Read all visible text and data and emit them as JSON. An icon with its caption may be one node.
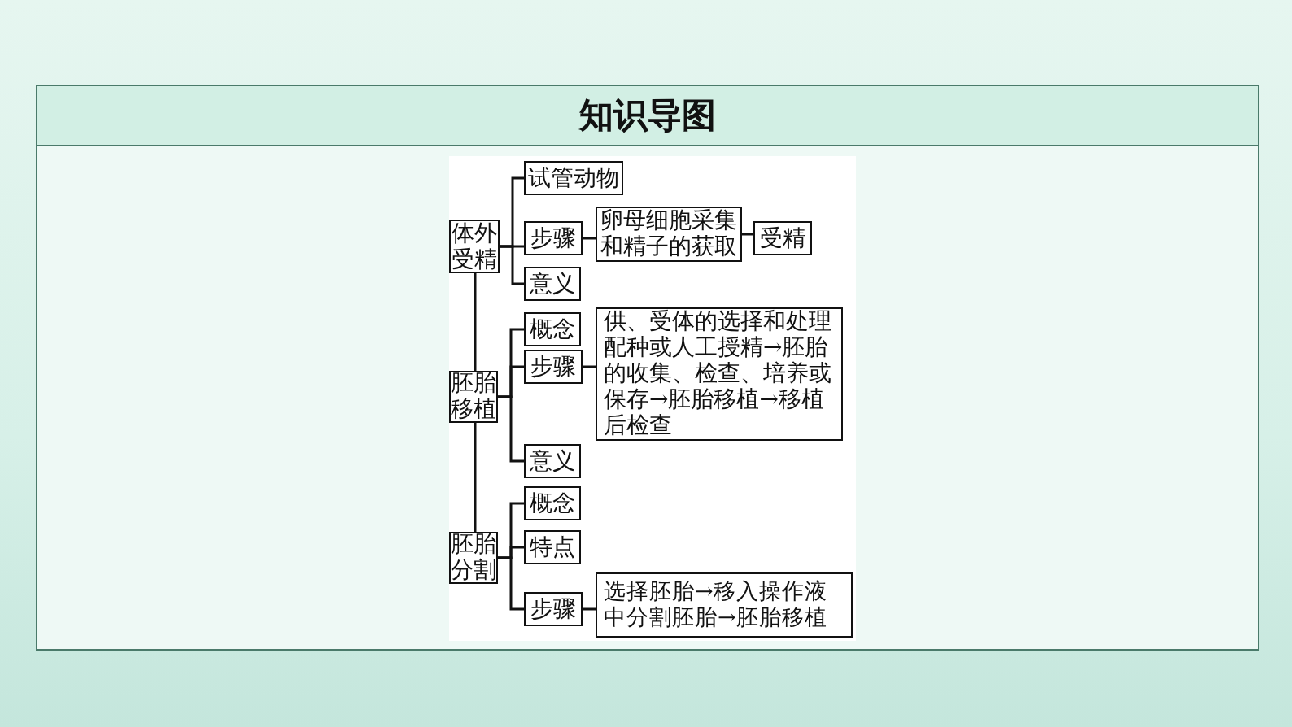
{
  "diagram": {
    "title": "知识导图",
    "nodes": [
      {
        "text": [
          "体外受精"
        ]
      },
      {
        "text": [
          "试管动物"
        ]
      },
      {
        "text": [
          "步骤"
        ]
      },
      {
        "text": [
          "卵母细胞采集和精子的获取"
        ]
      },
      {
        "text": [
          "受精"
        ]
      },
      {
        "text": [
          "意义"
        ]
      },
      {
        "text": [
          "胚胎移植"
        ]
      },
      {
        "text": [
          "概念"
        ]
      },
      {
        "text": [
          "步骤"
        ]
      },
      {
        "text": [
          "供、受体的选择和处理配种或人工授精→胚胎的收集、检查、培养或保存→胚胎移植→移植后检查"
        ]
      },
      {
        "text": [
          "意义"
        ]
      },
      {
        "text": [
          "胚胎分割"
        ]
      },
      {
        "text": [
          "概念"
        ]
      },
      {
        "text": [
          "特点"
        ]
      },
      {
        "text": [
          "步骤"
        ]
      },
      {
        "text": [
          "选择胚胎→移入操作液中分割胚胎→胚胎移植"
        ]
      }
    ],
    "edges": [
      {
        "from": 0,
        "to": 1,
        "arrow": "none"
      },
      {
        "from": 0,
        "to": 2,
        "arrow": "none"
      },
      {
        "from": 0,
        "to": 5,
        "arrow": "none"
      },
      {
        "from": 2,
        "to": 3,
        "arrow": "none"
      },
      {
        "from": 3,
        "to": 4,
        "arrow": "none"
      },
      {
        "from": 0,
        "to": 6,
        "arrow": "none"
      },
      {
        "from": 6,
        "to": 7,
        "arrow": "none"
      },
      {
        "from": 6,
        "to": 8,
        "arrow": "none"
      },
      {
        "from": 6,
        "to": 10,
        "arrow": "none"
      },
      {
        "from": 8,
        "to": 9,
        "arrow": "none"
      },
      {
        "from": 6,
        "to": 11,
        "arrow": "none"
      },
      {
        "from": 11,
        "to": 12,
        "arrow": "none"
      },
      {
        "from": 11,
        "to": 13,
        "arrow": "none"
      },
      {
        "from": 11,
        "to": 14,
        "arrow": "none"
      },
      {
        "from": 14,
        "to": 15,
        "arrow": "none"
      }
    ]
  }
}
